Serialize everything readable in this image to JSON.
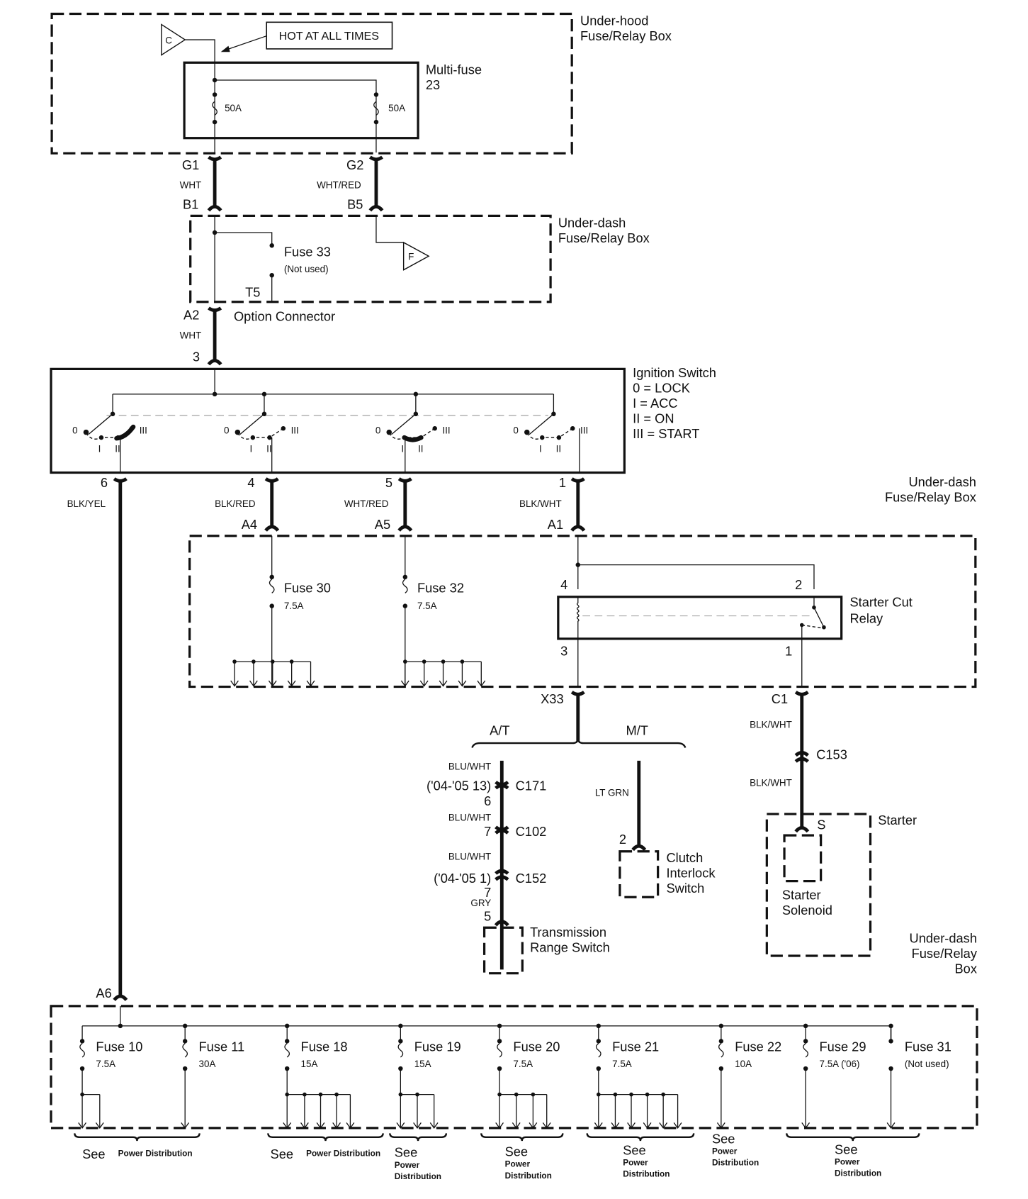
{
  "underhood_box": {
    "label_line1": "Under-hood",
    "label_line2": "Fuse/Relay Box",
    "hot_label": "HOT AT ALL TIMES",
    "ref_c": "C",
    "multifuse_line1": "Multi-fuse",
    "multifuse_line2": "23",
    "fuse_left_rating": "50A",
    "fuse_right_rating": "50A"
  },
  "wires_top": {
    "g1": "G1",
    "g1_color": "WHT",
    "b1": "B1",
    "g2": "G2",
    "g2_color": "WHT/RED",
    "b5": "B5"
  },
  "underdash_upper": {
    "label_line1": "Under-dash",
    "label_line2": "Fuse/Relay Box",
    "fuse33": "Fuse 33",
    "fuse33_note": "(Not used)",
    "t5": "T5",
    "ref_f": "F"
  },
  "option_connector": {
    "a2": "A2",
    "label": "Option Connector",
    "color": "WHT",
    "pin3": "3"
  },
  "ignition_switch": {
    "title": "Ignition Switch",
    "legend": [
      "0 = LOCK",
      "I = ACC",
      "II = ON",
      "III = START"
    ],
    "pos_labels": {
      "p0": "0",
      "p1": "I",
      "p2": "II",
      "p3": "III"
    }
  },
  "ignition_outputs": [
    {
      "pin": "6",
      "color": "BLK/YEL",
      "dest": "A6"
    },
    {
      "pin": "4",
      "color": "BLK/RED",
      "dest": "A4"
    },
    {
      "pin": "5",
      "color": "WHT/RED",
      "dest": "A5"
    },
    {
      "pin": "1",
      "color": "BLK/WHT",
      "dest": "A1"
    }
  ],
  "underdash_mid": {
    "label_line1": "Under-dash",
    "label_line2": "Fuse/Relay Box",
    "fuse30": "Fuse 30",
    "fuse30_rating": "7.5A",
    "fuse32": "Fuse 32",
    "fuse32_rating": "7.5A",
    "relay_line1": "Starter Cut",
    "relay_line2": "Relay",
    "relay_pins": {
      "p4": "4",
      "p2": "2",
      "p3": "3",
      "p1": "1"
    }
  },
  "trans_branch": {
    "x33": "X33",
    "at": "A/T",
    "mt": "M/T",
    "blu1": "BLU/WHT",
    "c171_note": "('04-'05 13)",
    "c171": "C171",
    "pin6": "6",
    "blu2": "BLU/WHT",
    "pin7a": "7",
    "c102": "C102",
    "blu3": "BLU/WHT",
    "c152_note": "('04-'05 1)",
    "c152": "C152",
    "pin7b": "7",
    "gry": "GRY",
    "pin5": "5",
    "trs_line1": "Transmission",
    "trs_line2": "Range Switch",
    "lt_grn": "LT GRN",
    "pin2": "2",
    "clutch_line1": "Clutch",
    "clutch_line2": "Interlock",
    "clutch_line3": "Switch"
  },
  "starter_branch": {
    "c1": "C1",
    "color1": "BLK/WHT",
    "c153": "C153",
    "color2": "BLK/WHT",
    "s": "S",
    "starter": "Starter",
    "solenoid_line1": "Starter",
    "solenoid_line2": "Solenoid"
  },
  "underdash_lower": {
    "label_line1": "Under-dash",
    "label_line2": "Fuse/Relay",
    "label_line3": "Box",
    "a6": "A6",
    "fuses": [
      {
        "name": "Fuse 10",
        "rating": "7.5A"
      },
      {
        "name": "Fuse 11",
        "rating": "30A"
      },
      {
        "name": "Fuse 18",
        "rating": "15A"
      },
      {
        "name": "Fuse 19",
        "rating": "15A"
      },
      {
        "name": "Fuse 20",
        "rating": "7.5A"
      },
      {
        "name": "Fuse 21",
        "rating": "7.5A"
      },
      {
        "name": "Fuse 22",
        "rating": "10A"
      },
      {
        "name": "Fuse 29",
        "rating": "7.5A ('06)"
      },
      {
        "name": "Fuse 31",
        "rating": "(Not used)"
      }
    ]
  },
  "see_refs": [
    {
      "see": "See",
      "target": "Power Distribution"
    },
    {
      "see": "See",
      "target": "Power Distribution"
    },
    {
      "see": "See",
      "target_line1": "Power",
      "target_line2": "Distribution"
    },
    {
      "see": "See",
      "target_line1": "Power",
      "target_line2": "Distribution"
    },
    {
      "see": "See",
      "target_line1": "Power",
      "target_line2": "Distribution"
    },
    {
      "see": "See",
      "target_line1": "Power",
      "target_line2": "Distribution"
    },
    {
      "see": "See",
      "target_line1": "Power",
      "target_line2": "Distribution"
    }
  ]
}
